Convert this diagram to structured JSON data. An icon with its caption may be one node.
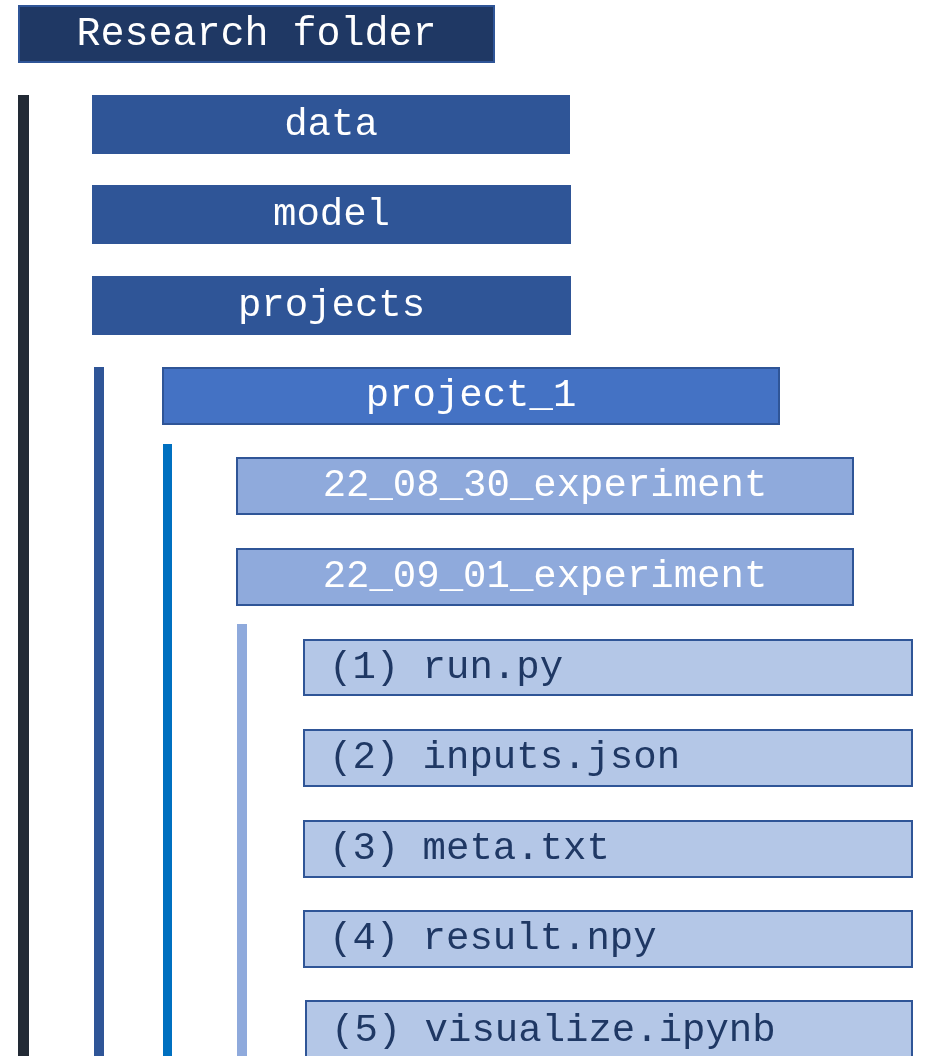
{
  "diagram": {
    "nodes": [
      {
        "text": [
          "Research folder"
        ]
      },
      {
        "text": [
          "data"
        ]
      },
      {
        "text": [
          "model"
        ]
      },
      {
        "text": [
          "projects"
        ]
      },
      {
        "text": [
          "project_1"
        ]
      },
      {
        "text": [
          "22_08_30_experiment"
        ]
      },
      {
        "text": [
          "22_09_01_experiment"
        ]
      },
      {
        "text": [
          "(1) run.py"
        ]
      },
      {
        "text": [
          "(2) inputs.json"
        ]
      },
      {
        "text": [
          "(3) meta.txt"
        ]
      },
      {
        "text": [
          "(4) result.npy"
        ]
      },
      {
        "text": [
          "(5) visualize.ipynb"
        ]
      }
    ]
  }
}
